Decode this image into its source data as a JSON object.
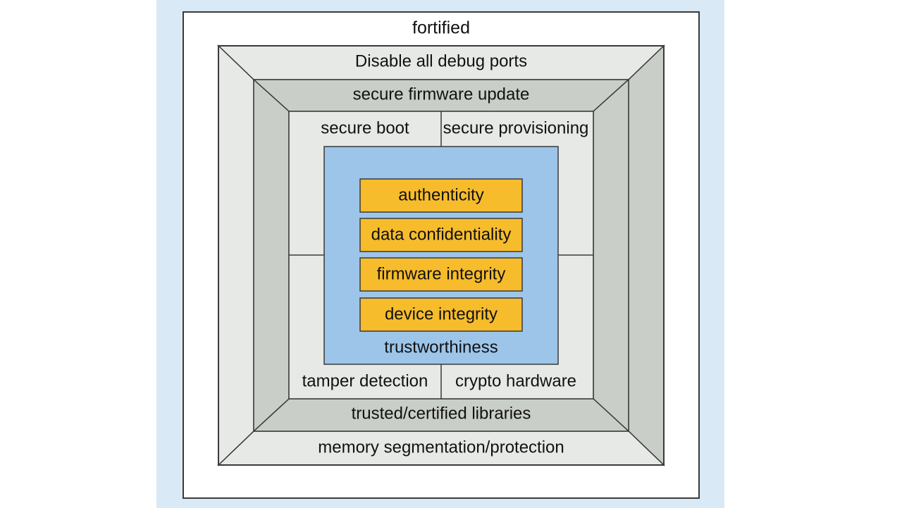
{
  "diagram": {
    "outer_label": "fortified",
    "layer1_label": "Disable all debug ports",
    "layer1_bottom_label": "memory segmentation/protection",
    "layer2_label": "secure firmware update",
    "layer2_bottom_label": "trusted/certified libraries",
    "quadrants": {
      "top_left": "secure boot",
      "top_right": "secure provisioning",
      "bottom_left": "tamper detection",
      "bottom_right": "crypto hardware"
    },
    "core_label": "trustworthiness",
    "core_items": [
      "authenticity",
      "data confidentiality",
      "firmware integrity",
      "device integrity"
    ],
    "colors": {
      "background_panel": "#d9e9f5",
      "outer_box": "#ffffff",
      "layer_light": "#e6e9e6",
      "layer_dark": "#c9cec9",
      "core": "#9dc5ea",
      "core_item": "#f7bc2c",
      "stroke": "#3a3a3a"
    }
  }
}
